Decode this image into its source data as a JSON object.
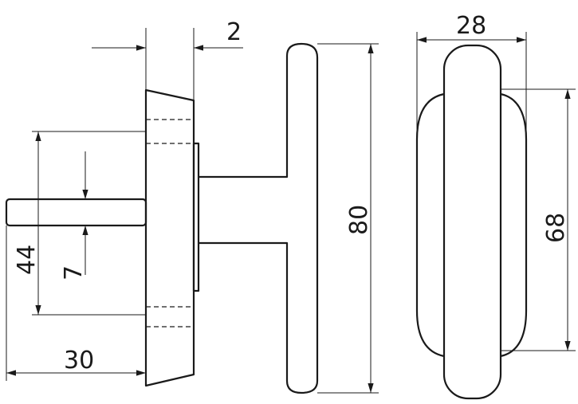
{
  "dimensions": {
    "flange_thickness": "2",
    "handle_height": "80",
    "rosette_height_side": "44",
    "spindle_size": "7",
    "spindle_length": "30",
    "rosette_width": "28",
    "rosette_height": "68"
  }
}
